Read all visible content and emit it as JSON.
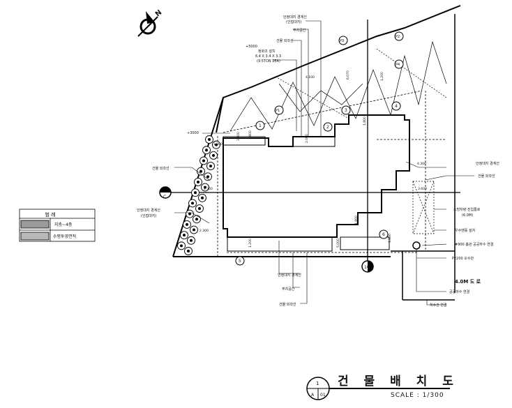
{
  "north": {
    "label": "N"
  },
  "annotations": {
    "top_upper": "안정대지 경계선",
    "top_upper2": "(인접대지)",
    "court_label": "주차공간",
    "boundary_a": "건물 외곽선",
    "septic_1": "정화조 설치",
    "septic_2": "6.4 X 3.4 X 3.3",
    "septic_3": "(9.5TON 2EA)",
    "level_1": "+5000",
    "level_2": "+3000",
    "left_1": "건물 외곽선",
    "left_2": "안정대지 경계선",
    "left_3": "(인접대지)",
    "right_1": "안정대지 경계선",
    "right_2": "건물 외곽선",
    "right_3": "소방차량 진입통로",
    "right_4": "(6.0M)",
    "right_5": "우수맨홀 설치",
    "right_6": "#900 흄관 공공하수 연결",
    "right_7": "PE200 오수관",
    "right_8": "하수관 연결",
    "road_1": "4.0M 도 로",
    "road_2": "공공하수 연결",
    "bottom_1": "안정대지 경계선",
    "bottom_2": "주차공간",
    "bottom_3": "건물 외곽선"
  },
  "dimensions": [
    "1.800",
    "4.100",
    "3.600",
    "6.070",
    "1.800",
    "1.200",
    "4.300",
    "2.300",
    "3.600",
    "1.800",
    "2.300",
    "1.200",
    "5.000",
    "1.800",
    "1.600",
    "2.000"
  ],
  "markers": [
    "1",
    "2",
    "3",
    "4",
    "5",
    "6",
    "P1",
    "P2",
    "P3",
    "P4"
  ],
  "section_markers": [
    "C",
    "10"
  ],
  "legend": {
    "title": "범 례",
    "rows": [
      {
        "label": "지층~4층"
      },
      {
        "label": "수평투영면적"
      }
    ]
  },
  "title_block": {
    "sheet_number": "1",
    "sheet_letter": "A",
    "sheet_code": "01",
    "title": "건 물 배 치 도",
    "scale": "SCALE : 1/300"
  }
}
